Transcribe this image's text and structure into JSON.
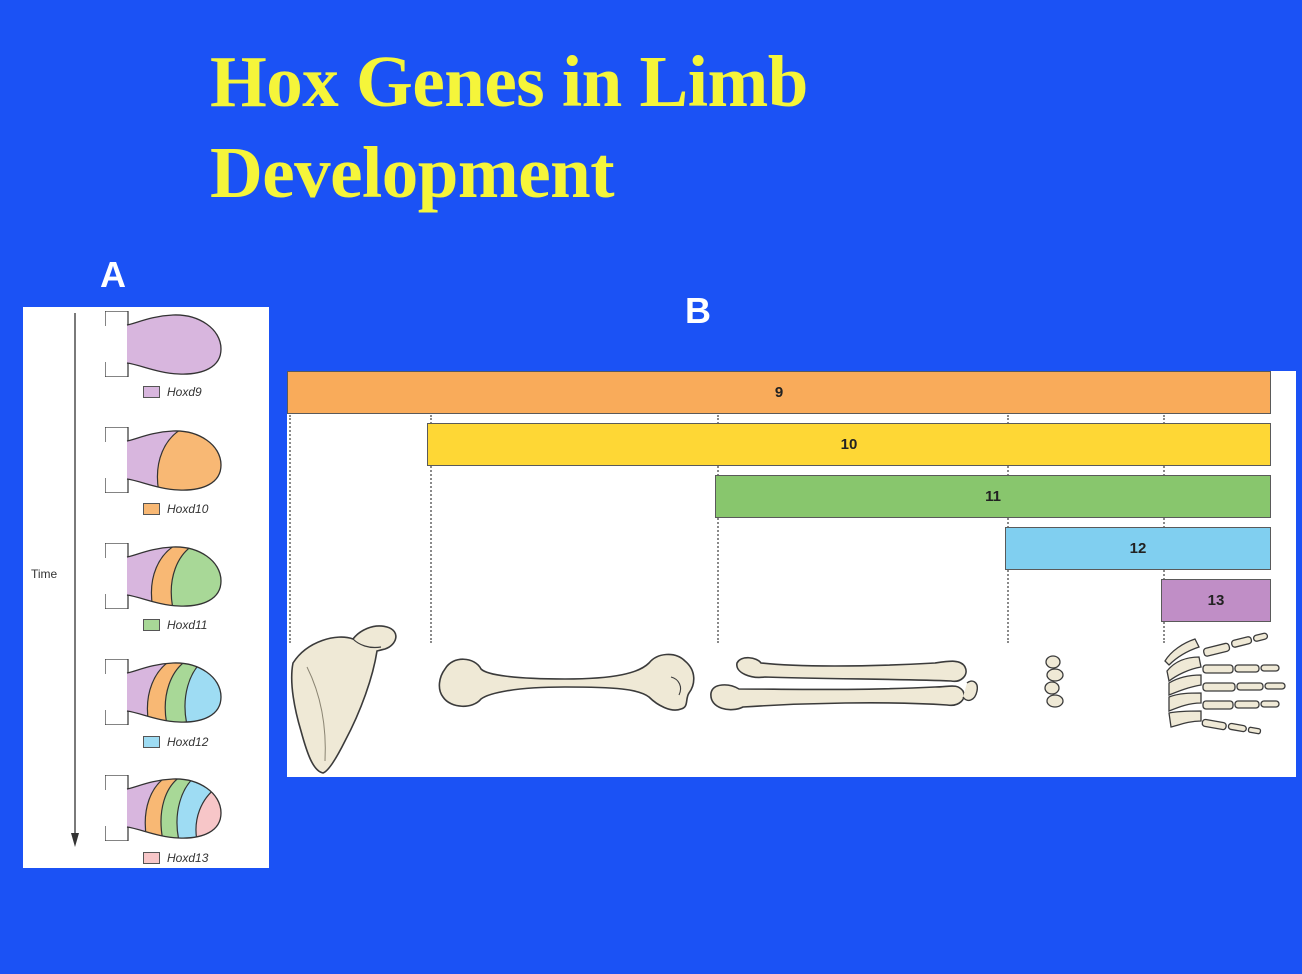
{
  "slide": {
    "title": "Hox Genes in Limb Development",
    "background_color": "#1b52f5",
    "title_color": "#f5f53a"
  },
  "panel_a": {
    "letter": "A",
    "time_label": "Time",
    "stages": [
      {
        "gene": "Hoxd9",
        "color": "#d8b6de"
      },
      {
        "gene": "Hoxd10",
        "color": "#f8b874"
      },
      {
        "gene": "Hoxd11",
        "color": "#a8d897"
      },
      {
        "gene": "Hoxd12",
        "color": "#9edcf3"
      },
      {
        "gene": "Hoxd13",
        "color": "#f7c6c8"
      }
    ]
  },
  "panel_b": {
    "letter": "B",
    "bars": [
      {
        "label": "9",
        "color": "#f9ab5a"
      },
      {
        "label": "10",
        "color": "#fed735"
      },
      {
        "label": "11",
        "color": "#88c66d"
      },
      {
        "label": "12",
        "color": "#80cff0"
      },
      {
        "label": "13",
        "color": "#c08ec6"
      }
    ],
    "bones": [
      "scapula-bone",
      "humerus-bone",
      "radius-ulna-bones",
      "carpal-bones",
      "hand-bones"
    ]
  }
}
